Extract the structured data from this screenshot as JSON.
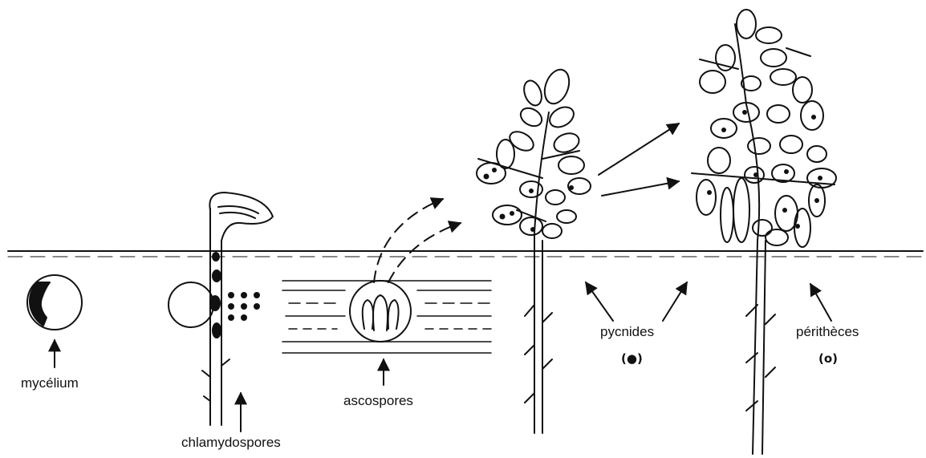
{
  "labels": {
    "mycelium": "mycélium",
    "chlamydospores": "chlamydospores",
    "ascospores": "ascospores",
    "pycnides": "pycnides",
    "pycnides_symbol": "(●)",
    "peritheces": "périthèces",
    "peritheces_symbol": "(o)"
  },
  "colors": {
    "ink": "#111111",
    "background": "#ffffff"
  }
}
